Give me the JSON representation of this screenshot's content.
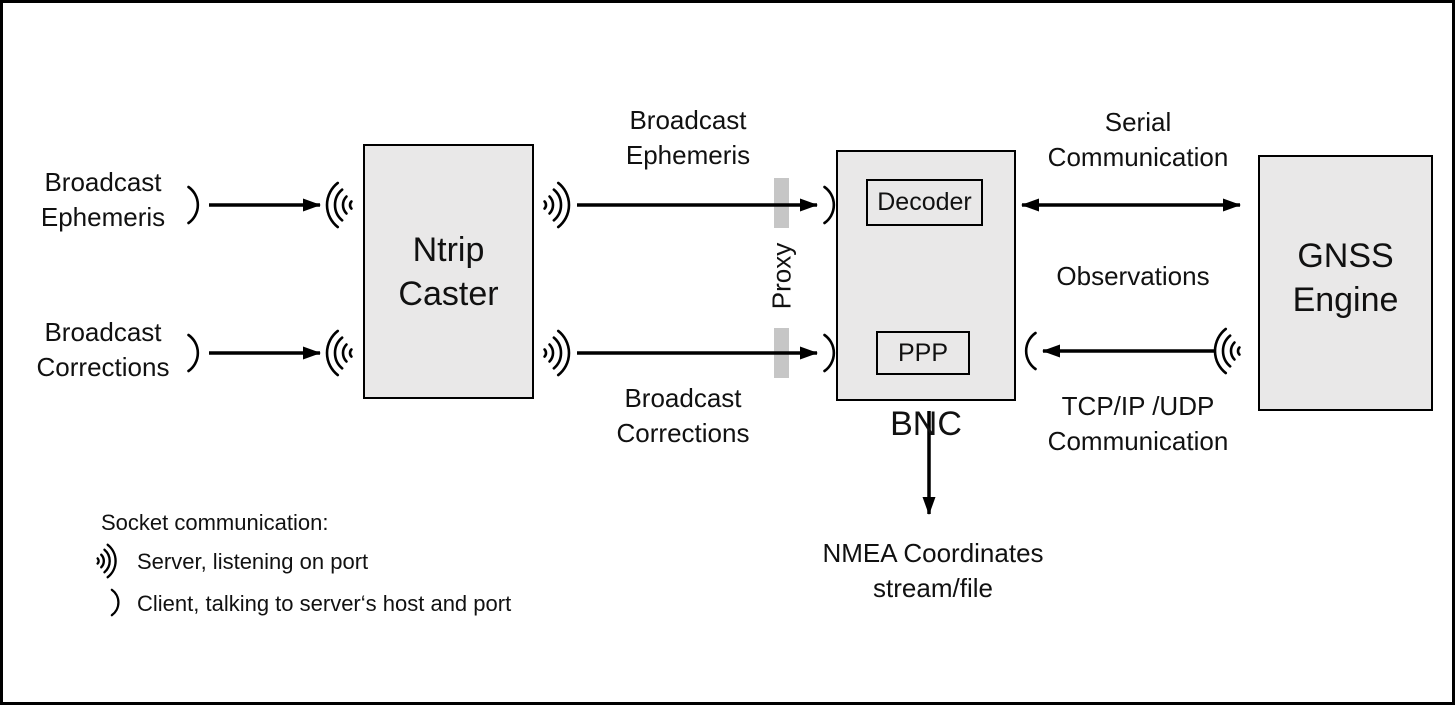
{
  "nodes": {
    "ntrip_caster": {
      "label": "Ntrip\nCaster"
    },
    "bnc": {
      "label": "BNC",
      "decoder_label": "Decoder",
      "ppp_label": "PPP"
    },
    "gnss_engine": {
      "label": "GNSS\nEngine"
    }
  },
  "flow_labels": {
    "broadcast_ephemeris_left": "Broadcast\nEphemeris",
    "broadcast_corrections_left": "Broadcast\nCorrections",
    "broadcast_ephemeris_center": "Broadcast\nEphemeris",
    "broadcast_corrections_center": "Broadcast\nCorrections",
    "serial_communication": "Serial\nCommunication",
    "observations": "Observations",
    "tcp_udp_communication": "TCP/IP /UDP\nCommunication",
    "nmea_output": "NMEA Coordinates\nstream/file",
    "proxy": "Proxy"
  },
  "legend": {
    "title": "Socket communication:",
    "items": [
      {
        "icon": "server-waves-icon",
        "label": "Server, listening on port"
      },
      {
        "icon": "client-arc-icon",
        "label": "Client, talking to server‘s host and port"
      }
    ]
  },
  "edges": [
    {
      "name": "broadcast-ephemeris-to-caster",
      "from": "client-socket",
      "to": "ntrip-caster-server-socket",
      "direction": "right"
    },
    {
      "name": "broadcast-corrections-to-caster",
      "from": "client-socket",
      "to": "ntrip-caster-server-socket",
      "direction": "right"
    },
    {
      "name": "caster-to-bnc-ephemeris",
      "from": "ntrip-caster-server-socket",
      "to": "bnc-client-socket",
      "direction": "right",
      "through": "proxy"
    },
    {
      "name": "caster-to-bnc-corrections",
      "from": "ntrip-caster-server-socket",
      "to": "bnc-client-socket",
      "direction": "right",
      "through": "proxy"
    },
    {
      "name": "serial-communication-link",
      "from": "bnc",
      "to": "gnss-engine",
      "direction": "both"
    },
    {
      "name": "observations-to-bnc",
      "from": "gnss-engine-server-socket",
      "to": "bnc-client-socket",
      "direction": "left"
    },
    {
      "name": "bnc-to-nmea-output",
      "from": "bnc",
      "to": "nmea-output",
      "direction": "down"
    }
  ],
  "colors": {
    "background": "#ffffff",
    "node_fill": "#e9e8e8",
    "node_border": "#000000",
    "proxy_bar": "#c6c6c6",
    "line": "#000000"
  }
}
